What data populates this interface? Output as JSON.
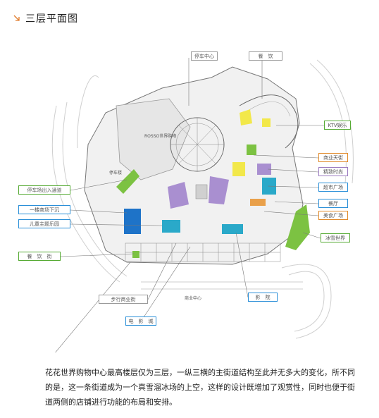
{
  "title": "三层平面图",
  "labels": {
    "top_center": "停车中心",
    "top_right": "餐　饮",
    "right_1": "KTV娱乐",
    "right_2": "商业天街",
    "right_3": "精致时尚",
    "right_4": "超市广场",
    "right_5": "餐厅",
    "right_6": "美食广场",
    "right_7": "冰雪世界",
    "left_1": "停车场出入通道",
    "left_2": "一楼商场下沉",
    "left_3": "儿童主题乐园",
    "left_4": "餐　饮　街",
    "bottom_1": "步行商业街",
    "bottom_2": "电　影　城",
    "bottom_mid": "商业中心",
    "bottom_right": "影　院"
  },
  "map_text": {
    "central_store": "ROSSO世界购物",
    "left_building": "停车楼"
  },
  "description": "花花世界购物中心最高楼层仅为三层，一纵三横的主街道结构至此并无多大的变化，所不同的是，这一条街道成为一个真雪溜冰场的上空，这样的设计既增加了观赏性，同时也便于街道两侧的店铺进行功能的布局和安排。",
  "colors": {
    "green": "#7cc242",
    "yellow": "#f2e84a",
    "blue": "#1e73c8",
    "cyan": "#2aa9c9",
    "purple": "#a98fd0",
    "orange": "#e9a04a"
  }
}
